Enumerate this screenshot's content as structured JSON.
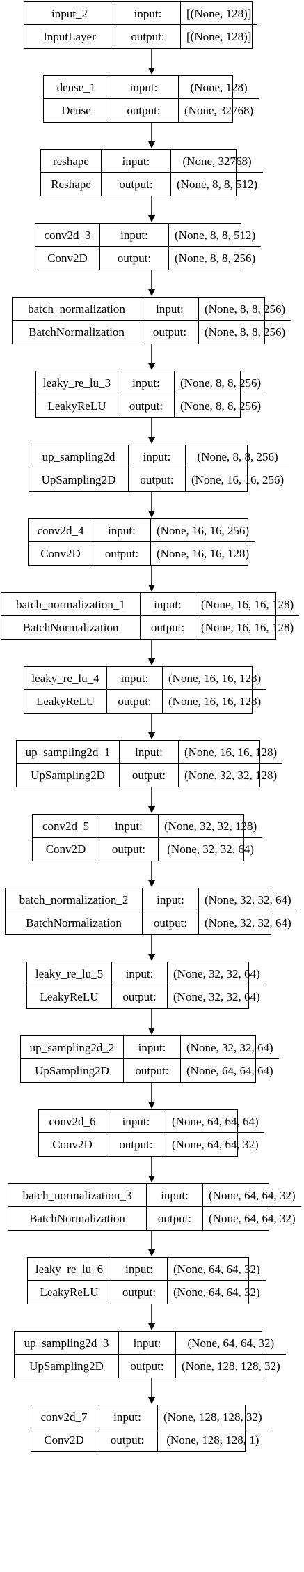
{
  "labels": {
    "input": "input:",
    "output": "output:"
  },
  "layers": [
    {
      "name": "input_2",
      "type": "InputLayer",
      "input": "[(None, 128)]",
      "output": "[(None, 128)]"
    },
    {
      "name": "dense_1",
      "type": "Dense",
      "input": "(None, 128)",
      "output": "(None, 32768)"
    },
    {
      "name": "reshape",
      "type": "Reshape",
      "input": "(None, 32768)",
      "output": "(None, 8, 8, 512)"
    },
    {
      "name": "conv2d_3",
      "type": "Conv2D",
      "input": "(None, 8, 8, 512)",
      "output": "(None, 8, 8, 256)"
    },
    {
      "name": "batch_normalization",
      "type": "BatchNormalization",
      "input": "(None, 8, 8, 256)",
      "output": "(None, 8, 8, 256)"
    },
    {
      "name": "leaky_re_lu_3",
      "type": "LeakyReLU",
      "input": "(None, 8, 8, 256)",
      "output": "(None, 8, 8, 256)"
    },
    {
      "name": "up_sampling2d",
      "type": "UpSampling2D",
      "input": "(None, 8, 8, 256)",
      "output": "(None, 16, 16, 256)"
    },
    {
      "name": "conv2d_4",
      "type": "Conv2D",
      "input": "(None, 16, 16, 256)",
      "output": "(None, 16, 16, 128)"
    },
    {
      "name": "batch_normalization_1",
      "type": "BatchNormalization",
      "input": "(None, 16, 16, 128)",
      "output": "(None, 16, 16, 128)"
    },
    {
      "name": "leaky_re_lu_4",
      "type": "LeakyReLU",
      "input": "(None, 16, 16, 128)",
      "output": "(None, 16, 16, 128)"
    },
    {
      "name": "up_sampling2d_1",
      "type": "UpSampling2D",
      "input": "(None, 16, 16, 128)",
      "output": "(None, 32, 32, 128)"
    },
    {
      "name": "conv2d_5",
      "type": "Conv2D",
      "input": "(None, 32, 32, 128)",
      "output": "(None, 32, 32, 64)"
    },
    {
      "name": "batch_normalization_2",
      "type": "BatchNormalization",
      "input": "(None, 32, 32, 64)",
      "output": "(None, 32, 32, 64)"
    },
    {
      "name": "leaky_re_lu_5",
      "type": "LeakyReLU",
      "input": "(None, 32, 32, 64)",
      "output": "(None, 32, 32, 64)"
    },
    {
      "name": "up_sampling2d_2",
      "type": "UpSampling2D",
      "input": "(None, 32, 32, 64)",
      "output": "(None, 64, 64, 64)"
    },
    {
      "name": "conv2d_6",
      "type": "Conv2D",
      "input": "(None, 64, 64, 64)",
      "output": "(None, 64, 64, 32)"
    },
    {
      "name": "batch_normalization_3",
      "type": "BatchNormalization",
      "input": "(None, 64, 64, 32)",
      "output": "(None, 64, 64, 32)"
    },
    {
      "name": "leaky_re_lu_6",
      "type": "LeakyReLU",
      "input": "(None, 64, 64, 32)",
      "output": "(None, 64, 64, 32)"
    },
    {
      "name": "up_sampling2d_3",
      "type": "UpSampling2D",
      "input": "(None, 64, 64, 32)",
      "output": "(None, 128, 128, 32)"
    },
    {
      "name": "conv2d_7",
      "type": "Conv2D",
      "input": "(None, 128, 128, 32)",
      "output": "(None, 128, 128, 1)"
    }
  ]
}
